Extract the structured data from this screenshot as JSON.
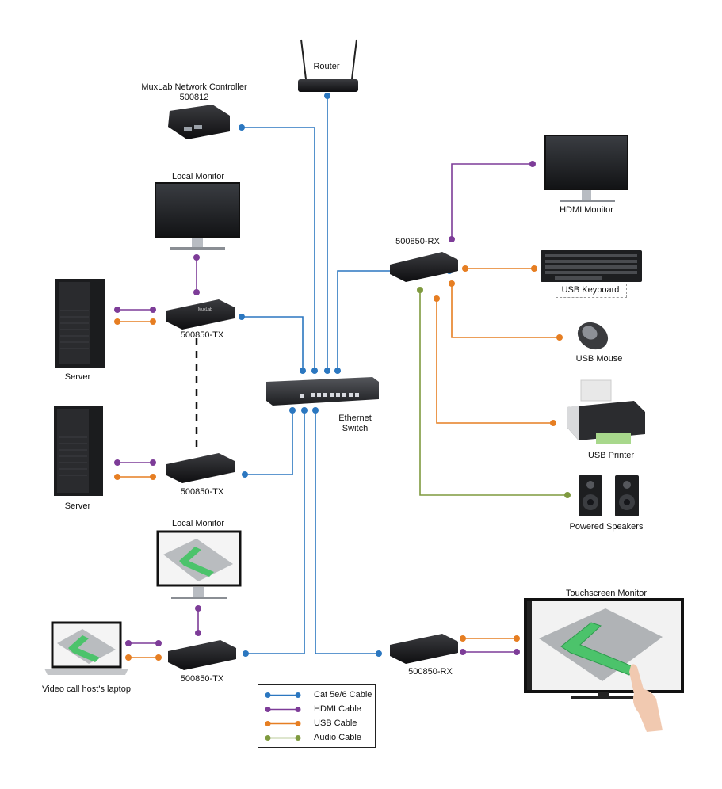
{
  "colors": {
    "cat": "#2b77c0",
    "hdmi": "#7d3c98",
    "usb": "#e67e22",
    "audio": "#7f9a3f",
    "device_dark": "#1e1f22",
    "screen_green": "#4cc36b"
  },
  "devices": {
    "router": {
      "label": "Router"
    },
    "controller": {
      "label_line1": "MuxLab Network Controller",
      "label_line2": "500812"
    },
    "local_monitor_1": {
      "label": "Local Monitor"
    },
    "server_1": {
      "label": "Server"
    },
    "tx_1": {
      "label": "500850-TX"
    },
    "server_2": {
      "label": "Server"
    },
    "tx_2": {
      "label": "500850-TX"
    },
    "switch": {
      "label_line1": "Ethernet",
      "label_line2": "Switch"
    },
    "local_monitor_2": {
      "label": "Local Monitor"
    },
    "laptop": {
      "label": "Video call host's laptop"
    },
    "tx_3": {
      "label": "500850-TX"
    },
    "rx_1": {
      "label": "500850-RX"
    },
    "hdmi_monitor": {
      "label": "HDMI Monitor"
    },
    "usb_keyboard": {
      "label": "USB Keyboard"
    },
    "usb_mouse": {
      "label": "USB Mouse"
    },
    "usb_printer": {
      "label": "USB Printer"
    },
    "speakers": {
      "label": "Powered Speakers"
    },
    "rx_2": {
      "label": "500850-RX"
    },
    "touchscreen": {
      "label": "Touchscreen Monitor"
    }
  },
  "legend": {
    "items": [
      {
        "label": "Cat 5e/6 Cable",
        "type": "cat"
      },
      {
        "label": "HDMI Cable",
        "type": "hdmi"
      },
      {
        "label": "USB Cable",
        "type": "usb"
      },
      {
        "label": "Audio Cable",
        "type": "audio"
      }
    ]
  },
  "connections": [
    {
      "from": "controller",
      "to": "switch",
      "type": "cat"
    },
    {
      "from": "router",
      "to": "switch",
      "type": "cat"
    },
    {
      "from": "tx_1",
      "to": "switch",
      "type": "cat"
    },
    {
      "from": "rx_1",
      "to": "switch",
      "type": "cat"
    },
    {
      "from": "tx_2",
      "to": "switch",
      "type": "cat"
    },
    {
      "from": "tx_3",
      "to": "switch",
      "type": "cat"
    },
    {
      "from": "rx_2",
      "to": "switch",
      "type": "cat"
    },
    {
      "from": "local_monitor_1",
      "to": "tx_1",
      "type": "hdmi"
    },
    {
      "from": "server_1",
      "to": "tx_1",
      "type": "hdmi"
    },
    {
      "from": "server_1",
      "to": "tx_1",
      "type": "usb"
    },
    {
      "from": "server_2",
      "to": "tx_2",
      "type": "hdmi"
    },
    {
      "from": "server_2",
      "to": "tx_2",
      "type": "usb"
    },
    {
      "from": "local_monitor_2",
      "to": "tx_3",
      "type": "hdmi"
    },
    {
      "from": "laptop",
      "to": "tx_3",
      "type": "hdmi"
    },
    {
      "from": "laptop",
      "to": "tx_3",
      "type": "usb"
    },
    {
      "from": "rx_1",
      "to": "hdmi_monitor",
      "type": "hdmi"
    },
    {
      "from": "rx_1",
      "to": "usb_keyboard",
      "type": "usb"
    },
    {
      "from": "rx_1",
      "to": "usb_mouse",
      "type": "usb"
    },
    {
      "from": "rx_1",
      "to": "usb_printer",
      "type": "usb"
    },
    {
      "from": "rx_1",
      "to": "speakers",
      "type": "audio"
    },
    {
      "from": "rx_2",
      "to": "touchscreen",
      "type": "usb"
    },
    {
      "from": "rx_2",
      "to": "touchscreen",
      "type": "hdmi"
    }
  ]
}
